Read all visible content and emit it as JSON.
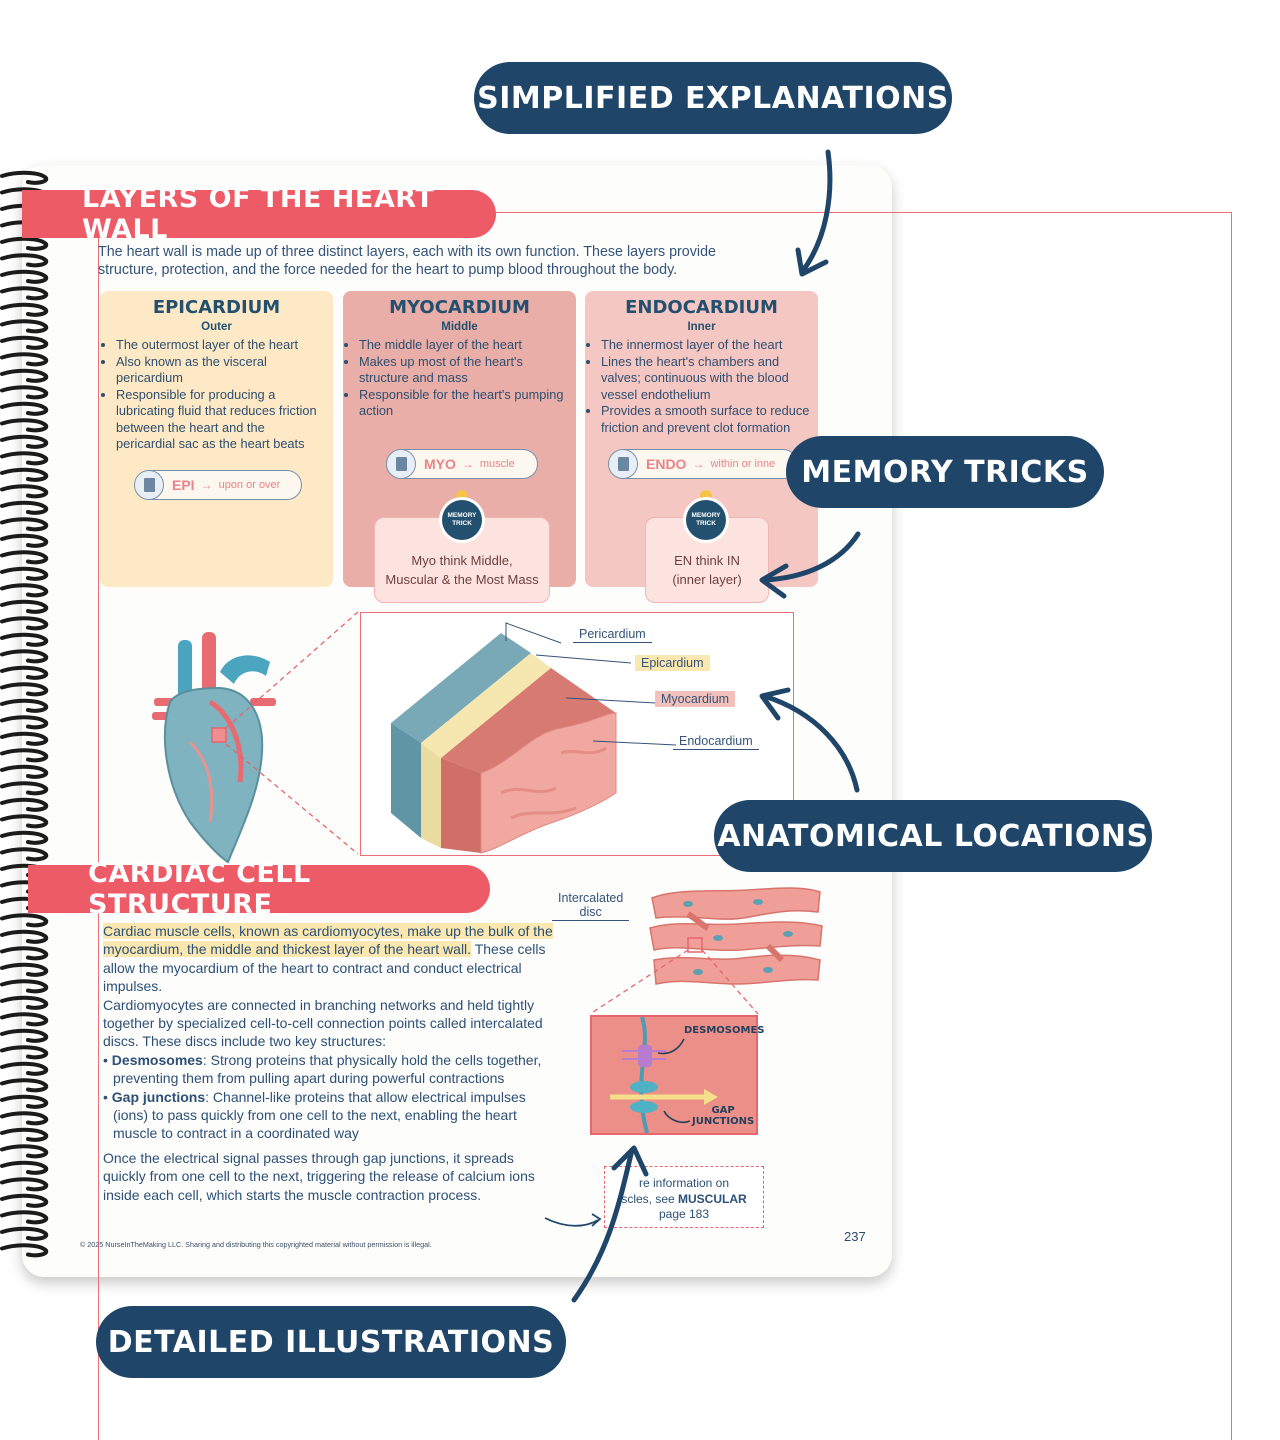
{
  "callouts": {
    "simplified": "SIMPLIFIED EXPLANATIONS",
    "memory": "MEMORY TRICKS",
    "anatomical": "ANATOMICAL LOCATIONS",
    "detailed": "DETAILED ILLUSTRATIONS"
  },
  "section1": {
    "title": "LAYERS OF THE HEART WALL",
    "intro_line1": "The heart wall is made up of three distinct layers, each with its own function. These layers provide",
    "intro_line2": "structure, protection, and the force needed for the heart to pump blood throughout the body.",
    "layers": [
      {
        "name": "EPICARDIUM",
        "position": "Outer",
        "bullets": [
          "The outermost layer of the heart",
          "Also known as the visceral pericardium",
          "Responsible for producing a lubricating fluid that reduces friction between the heart and the pericardial sac as the heart beats"
        ],
        "prefix": "EPI",
        "meaning": "upon or over"
      },
      {
        "name": "MYOCARDIUM",
        "position": "Middle",
        "bullets": [
          "The middle layer of the heart",
          "Makes up most of the heart's structure and mass",
          "Responsible for the heart's pumping action"
        ],
        "prefix": "MYO",
        "meaning": "muscle",
        "trick_line1": "Myo think Middle,",
        "trick_line2": "Muscular & the Most Mass"
      },
      {
        "name": "ENDOCARDIUM",
        "position": "Inner",
        "bullets": [
          "The innermost layer of the heart",
          "Lines the heart's chambers and valves; continuous with the blood vessel endothelium",
          "Provides a smooth surface to reduce friction and prevent clot formation"
        ],
        "prefix": "ENDO",
        "meaning": "within or inne",
        "trick_line1": "EN think IN",
        "trick_line2": "(inner layer)"
      }
    ],
    "badge_text": "MEMORY TRICK",
    "diagram_labels": [
      "Pericardium",
      "Epicardium",
      "Myocardium",
      "Endocardium"
    ]
  },
  "section2": {
    "title": "CARDIAC CELL STRUCTURE",
    "para1_highlight": "Cardiac muscle cells, known as cardiomyocytes, make up the bulk of the myocardium, the middle and thickest layer of the heart wall.",
    "para1_rest": "These cells allow the myocardium of the heart to contract and conduct electrical impulses.",
    "para2": "Cardiomyocytes are connected in branching networks and held tightly together by specialized cell-to-cell connection points called intercalated discs. These discs include two key structures:",
    "b1_term": "Desmosomes",
    "b1_text": ": Strong proteins that physically hold the cells together, preventing them from pulling apart during powerful contractions",
    "b2_term": "Gap junctions",
    "b2_text": ": Channel-like proteins that allow electrical impulses (ions) to pass quickly from one cell to the next, enabling the heart muscle to contract in a coordinated way",
    "para3": "Once the electrical signal passes through gap junctions, it spreads quickly from one cell to the next, triggering the release of calcium ions inside each cell, which starts the muscle contraction process.",
    "intercalated_line1": "Intercalated",
    "intercalated_line2": "disc",
    "desmosomes_label": "DESMOSOMES",
    "gap_line1": "GAP",
    "gap_line2": "JUNCTIONS",
    "note_line1": "re information on",
    "note_line2a": "scles, see ",
    "note_line2b": "MUSCULAR",
    "note_line3": "page 183"
  },
  "footer": {
    "copyright": "© 2025 NurseInTheMaking LLC. Sharing and distributing this copyrighted material without permission is illegal.",
    "page_number": "237"
  },
  "colors": {
    "navy": "#1f4568",
    "ribbon": "#ec5b66",
    "epicardium": "#fde9c5",
    "myocardium": "#e8aea7",
    "endocardium": "#f5c7c2"
  }
}
